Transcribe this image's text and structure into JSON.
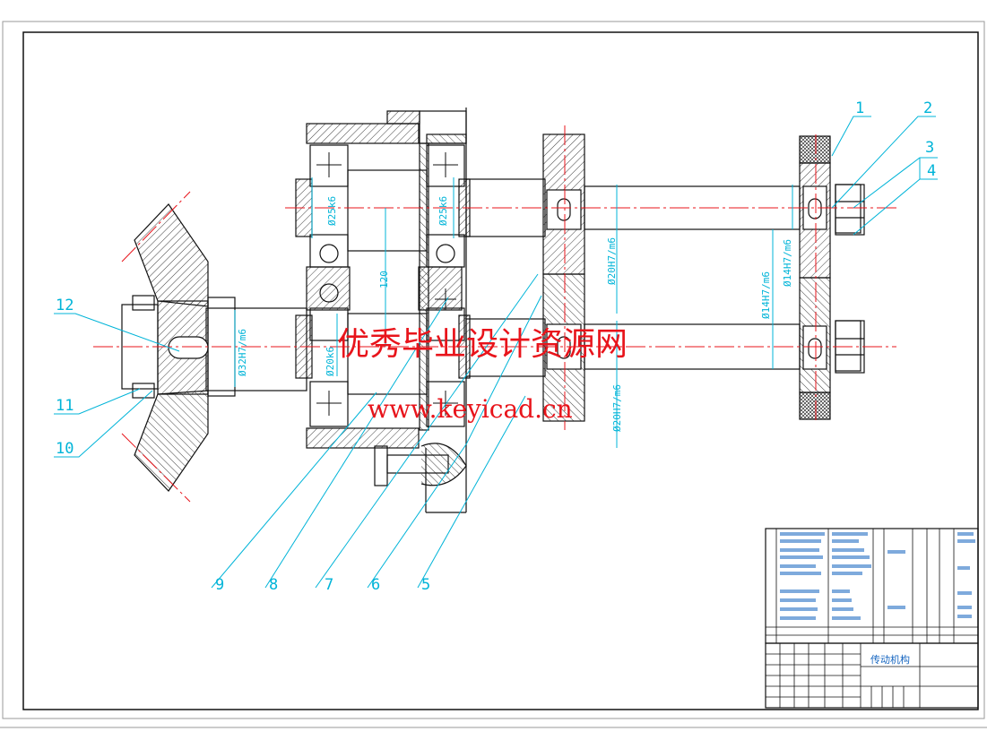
{
  "drawing": {
    "title_block_name": "传动机构",
    "dimensions": {
      "center_distance": "120",
      "left_bearing_upper": "Ø25k6",
      "right_bearing_upper": "Ø25k6",
      "left_bearing_lower": "Ø20k6",
      "bevel_hub_fit": "Ø32H7/m6",
      "gear_fit_upper": "Ø20H7/m6",
      "gear_fit_lower": "Ø20H7/m6",
      "plate_fit_upper": "Ø14H7/m6",
      "plate_fit_lower": "Ø14H7/m6"
    },
    "balloons": [
      "1",
      "2",
      "3",
      "4",
      "5",
      "6",
      "7",
      "8",
      "9",
      "10",
      "11",
      "12"
    ]
  },
  "watermark": {
    "line1": "优秀毕业设计资源网",
    "line2": "www.keyicad.cn"
  },
  "colors": {
    "outline": "#111111",
    "hatch": "#111111",
    "centerline": "#e8141b",
    "dimension": "#00b4d8",
    "leader": "#00b4d8",
    "title_text": "#1565c0"
  }
}
